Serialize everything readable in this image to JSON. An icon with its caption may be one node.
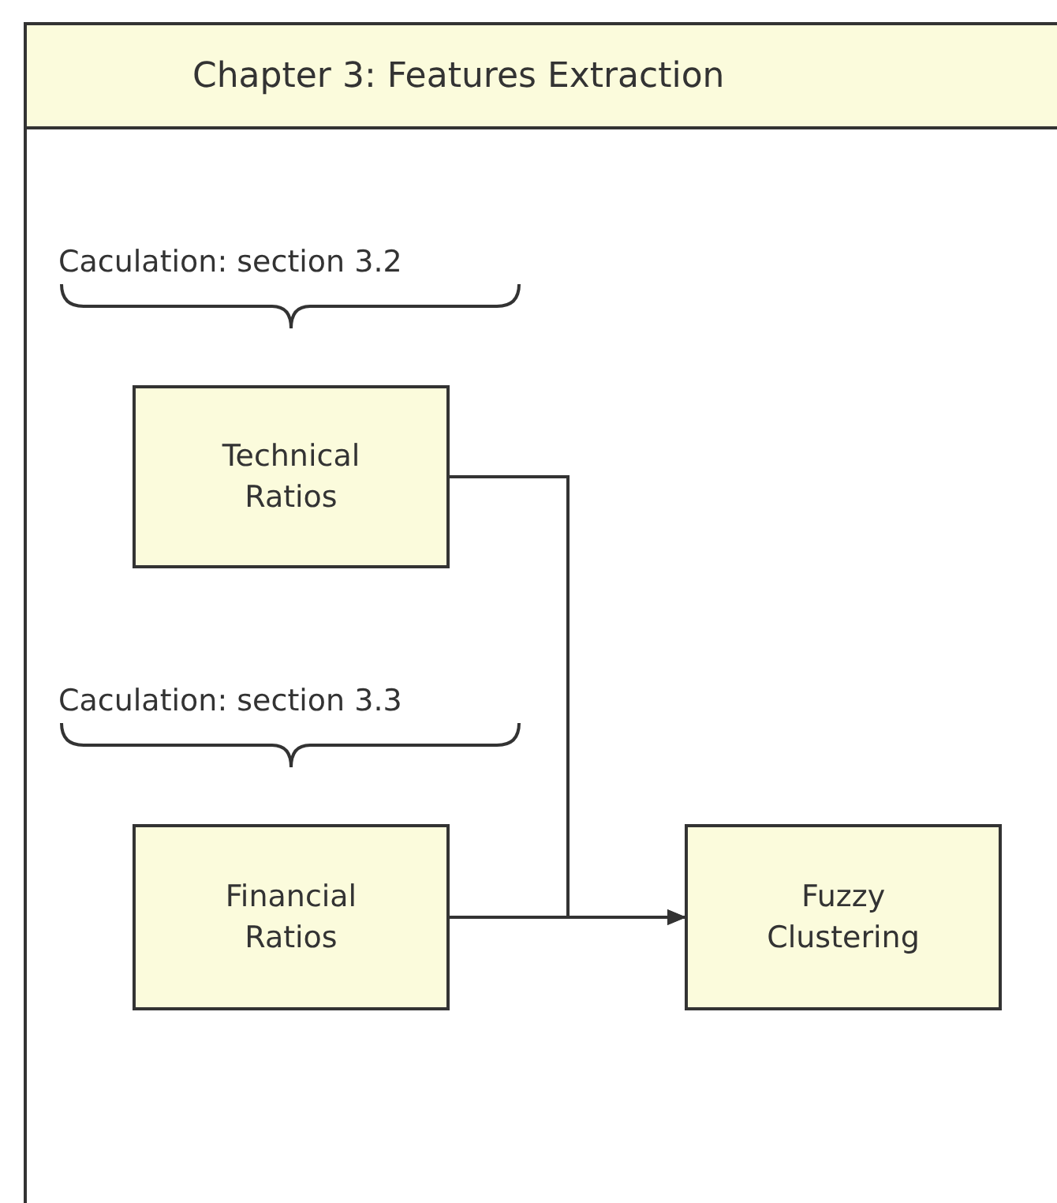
{
  "diagram": {
    "nodes": [
      {
        "text": [
          "Chapter 3: Features Extraction"
        ]
      },
      {
        "text": [
          "Technical Ratios"
        ],
        "in": 0,
        "beside": [
          "Caculation: section 3.2"
        ]
      },
      {
        "text": [
          "Financial Ratios"
        ],
        "in": 0,
        "beside": [
          "Caculation: section 3.3"
        ]
      },
      {
        "text": [
          "Fuzzy Clustering"
        ],
        "in": 0
      }
    ],
    "edges": [
      {
        "from": 1,
        "to": 3,
        "arrow": "to"
      },
      {
        "from": 2,
        "to": 3,
        "arrow": "to"
      }
    ]
  }
}
